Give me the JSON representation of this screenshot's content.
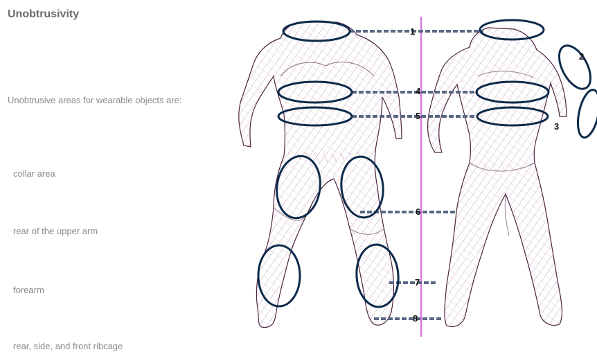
{
  "title": "Unobtrusivity",
  "intro": "Unobtrusive areas for wearable objects are:",
  "areas": [
    "collar area",
    "rear of the upper arm",
    "forearm",
    "rear, side, and front ribcage"
  ],
  "markers": [
    "1",
    "2",
    "3",
    "4",
    "5",
    "6",
    "7",
    "8"
  ],
  "colors": {
    "ellipse": "#0d2a4a",
    "dash": "#5a6783",
    "centerline": "#d13ad6",
    "body_lines": "#4a1030",
    "body_fill": "#e7b7e3"
  }
}
